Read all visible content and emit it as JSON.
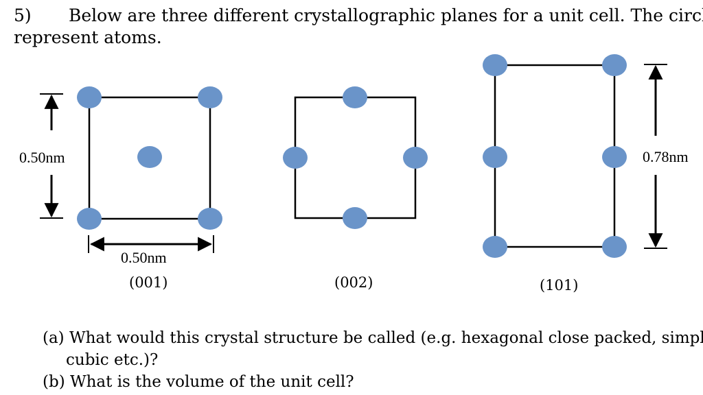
{
  "question": {
    "number": "5)",
    "intro_line1": "Below are three different crystallographic planes for a unit cell. The circles",
    "intro_line2": "represent atoms."
  },
  "figure": {
    "atom_color": "#6a94c9",
    "dim_left": "0.50nm",
    "dim_bottom": "0.50nm",
    "dim_right": "0.78nm",
    "planes": [
      "(001)",
      "(002)",
      "(101)"
    ]
  },
  "parts": {
    "a_line1": "(a) What would this crystal structure be called (e.g. hexagonal close packed, simple",
    "a_line2": "cubic etc.)?",
    "b": "(b) What is the volume of the unit cell?"
  }
}
